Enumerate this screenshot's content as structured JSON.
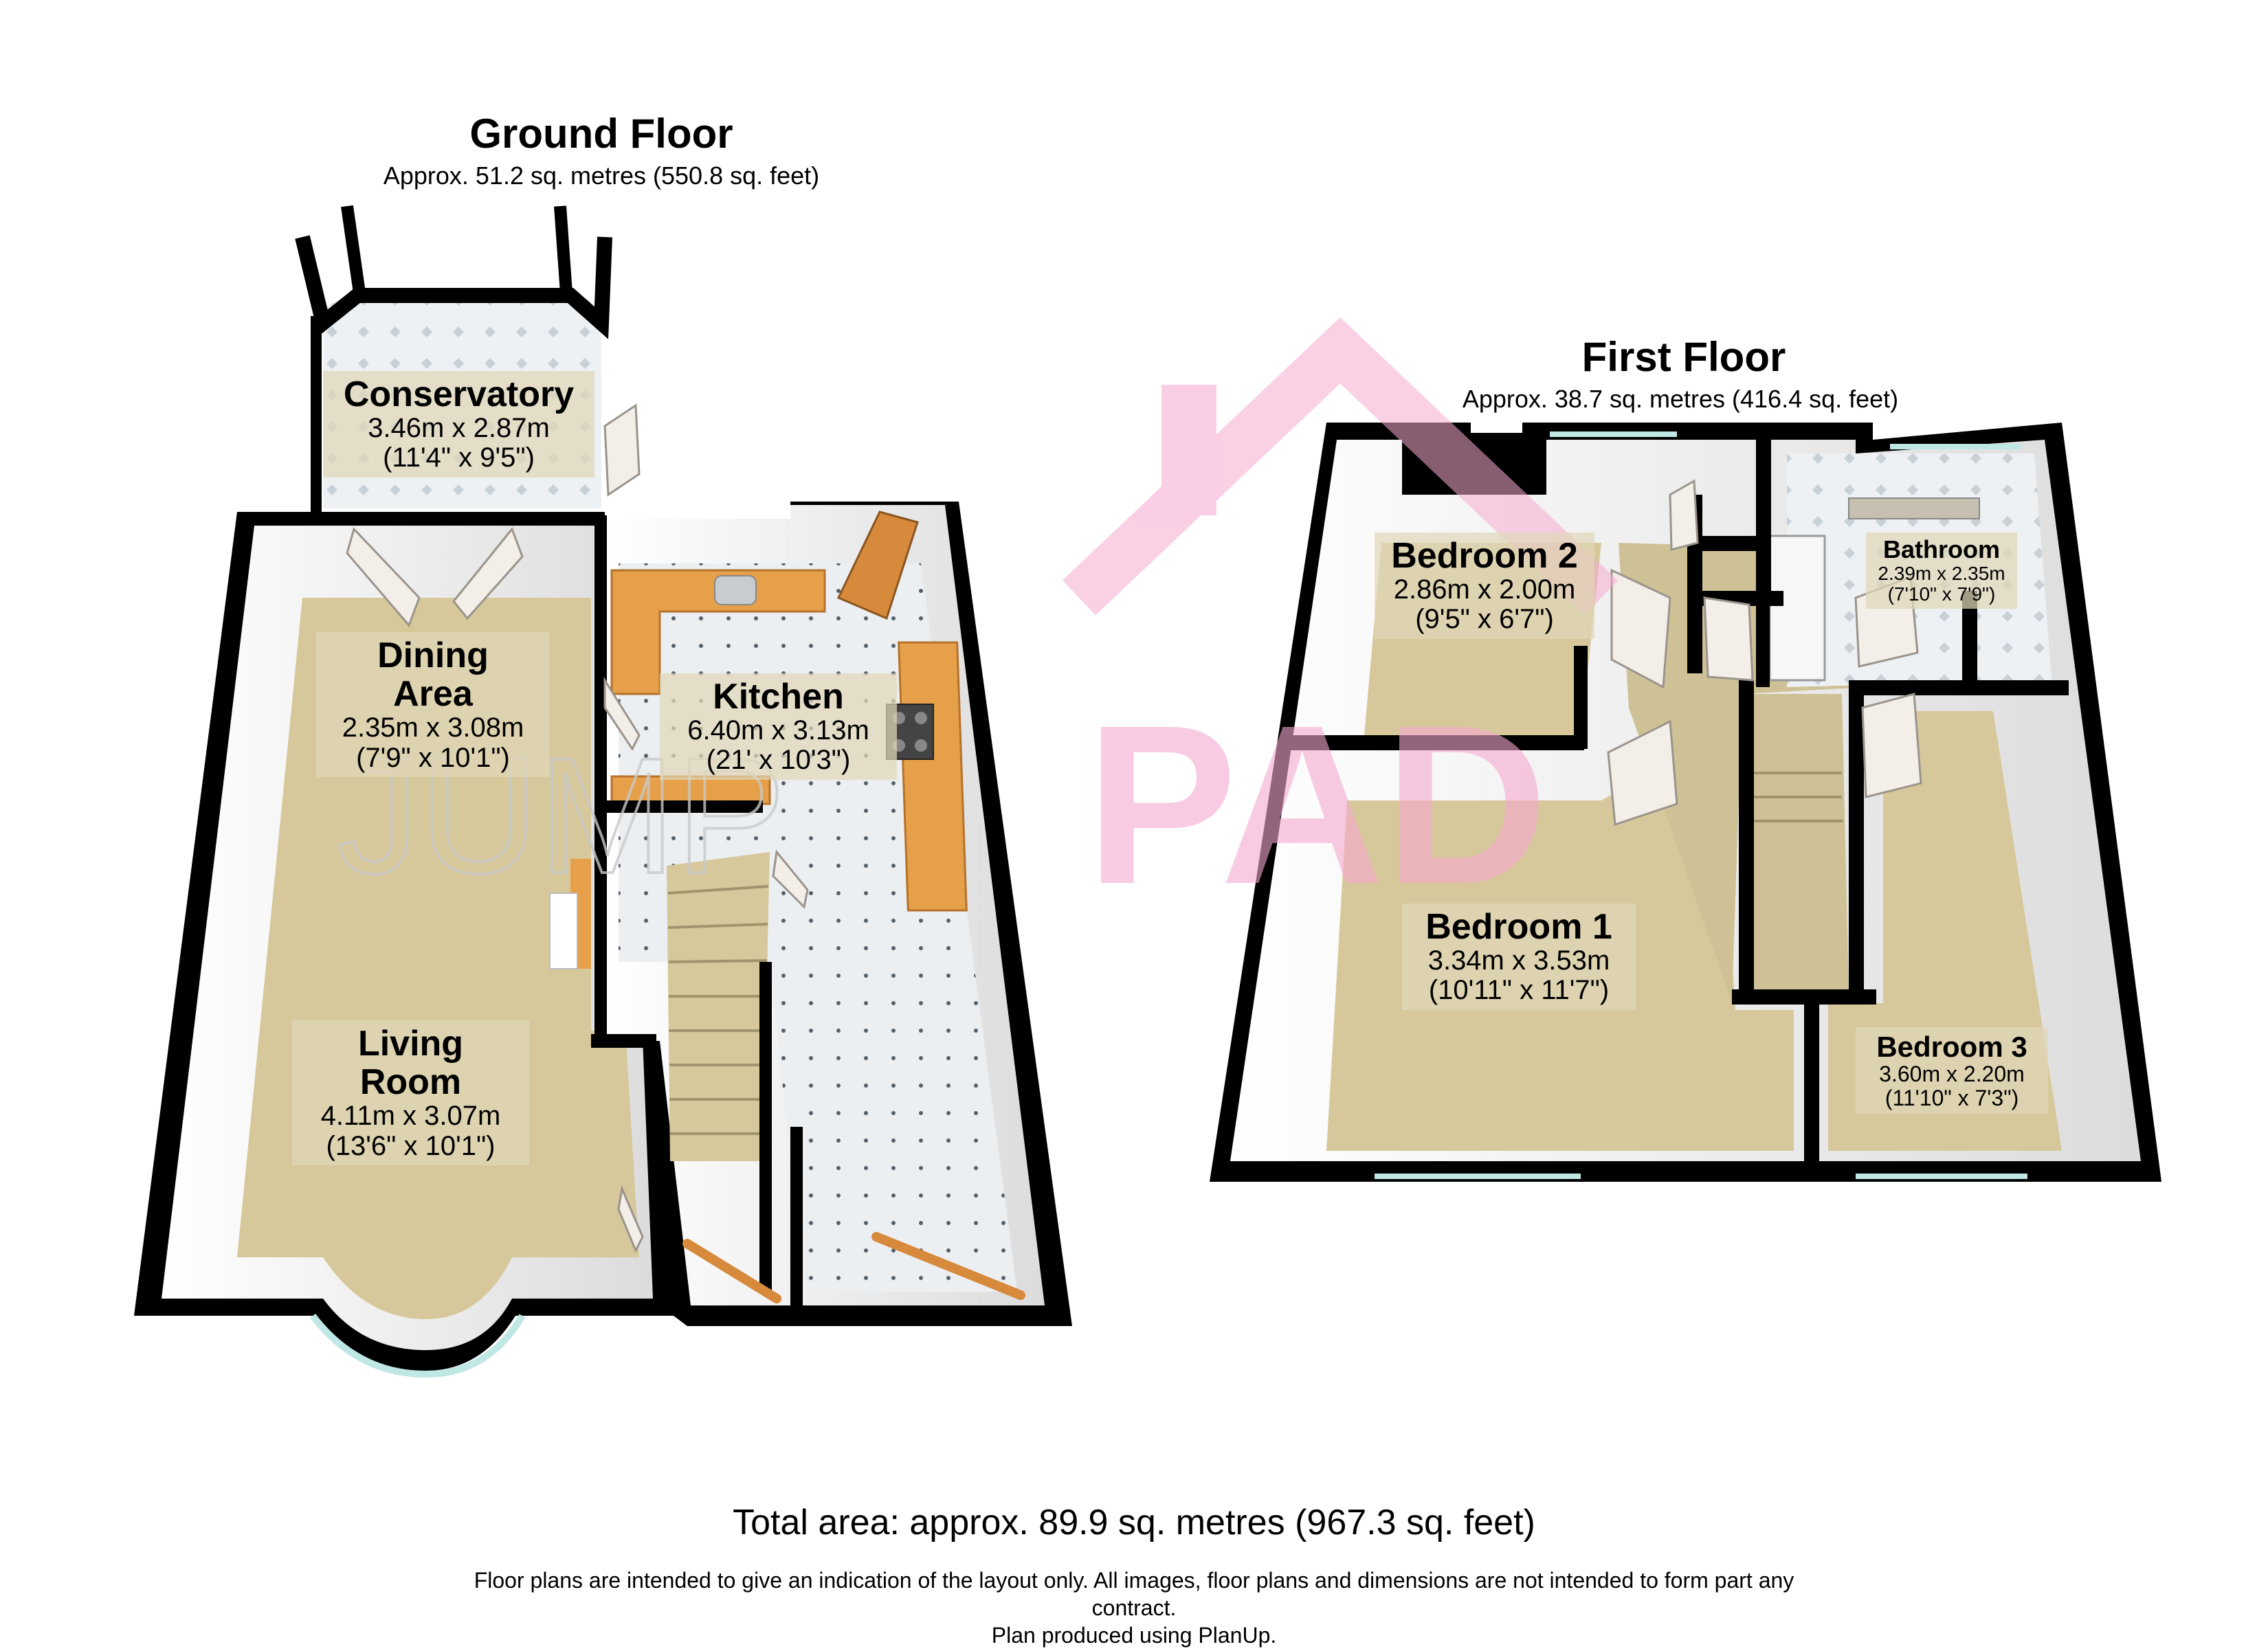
{
  "ground_floor": {
    "title": "Ground Floor",
    "area": "Approx. 51.2 sq. metres (550.8 sq. feet)",
    "rooms": {
      "conservatory": {
        "name": "Conservatory",
        "metric": "3.46m x 2.87m",
        "imperial": "(11'4\" x 9'5\")"
      },
      "dining": {
        "name": "Dining",
        "name2": "Area",
        "metric": "2.35m x 3.08m",
        "imperial": "(7'9\" x 10'1\")"
      },
      "kitchen": {
        "name": "Kitchen",
        "metric": "6.40m x 3.13m",
        "imperial": "(21' x 10'3\")"
      },
      "living": {
        "name": "Living",
        "name2": "Room",
        "metric": "4.11m x 3.07m",
        "imperial": "(13'6\" x 10'1\")"
      }
    }
  },
  "first_floor": {
    "title": "First Floor",
    "area": "Approx. 38.7 sq. metres (416.4 sq. feet)",
    "rooms": {
      "bedroom2": {
        "name": "Bedroom 2",
        "metric": "2.86m x 2.00m",
        "imperial": "(9'5\" x 6'7\")"
      },
      "bathroom": {
        "name": "Bathroom",
        "metric": "2.39m x 2.35m",
        "imperial": "(7'10\" x 7'9\")"
      },
      "bedroom1": {
        "name": "Bedroom 1",
        "metric": "3.34m x 3.53m",
        "imperial": "(10'11\" x 11'7\")"
      },
      "bedroom3": {
        "name": "Bedroom 3",
        "metric": "3.60m x 2.20m",
        "imperial": "(11'10\" x 7'3\")"
      }
    }
  },
  "watermark": {
    "text_left": "JUMP",
    "text_right": "PAD"
  },
  "total_area": "Total area: approx. 89.9 sq. metres (967.3 sq. feet)",
  "disclaimer": {
    "line1": "Floor plans are intended to give an indication of the layout only. All images, floor plans and dimensions are not intended to form part any",
    "line2": "contract.",
    "line3": "Plan produced using PlanUp."
  },
  "colors": {
    "wall": "#000000",
    "floor_carpet": "#d8cba0",
    "floor_tile": "#e8ecef",
    "worktop": "#e6a04a",
    "door": "#f2ece6",
    "watermark_pink": "#f6b8d8",
    "watermark_grey": "#c9c9c9"
  }
}
